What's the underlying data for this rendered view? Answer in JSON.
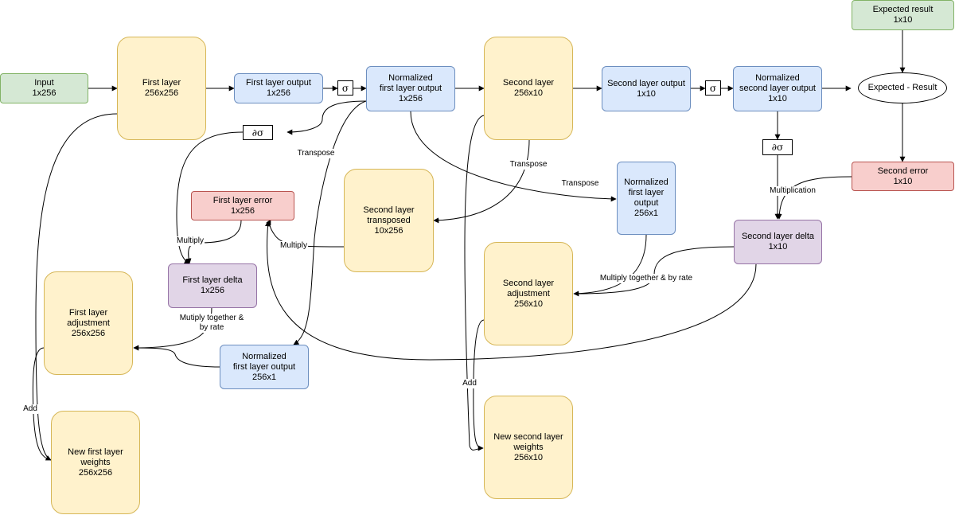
{
  "nodes": {
    "input": "Input\n1x256",
    "first_layer": "First layer\n256x256",
    "first_layer_output": "First layer output\n1x256",
    "norm_first_output": "Normalized\nfirst layer output\n1x256",
    "second_layer": "Second layer\n256x10",
    "second_layer_output": "Second layer output\n1x10",
    "norm_second_output": "Normalized\nsecond layer output\n1x10",
    "expected_result": "Expected result\n1x10",
    "expected_minus_result": "Expected - Result",
    "second_error": "Second error\n1x10",
    "second_layer_delta": "Second layer delta\n1x10",
    "norm_first_output_256x1_a": "Normalized\nfirst layer\noutput\n256x1",
    "second_layer_adjustment": "Second layer\nadjustment\n256x10",
    "new_second_weights": "New second layer\nweights\n256x10",
    "second_layer_transposed": "Second layer\ntransposed\n10x256",
    "first_layer_error": "First layer error\n1x256",
    "first_layer_delta": "First layer delta\n1x256",
    "norm_first_output_256x1_b": "Normalized\nfirst layer output\n256x1",
    "first_layer_adjustment": "First layer\nadjustment\n256x256",
    "new_first_weights": "New first layer\nweights\n256x256"
  },
  "operators": {
    "sigma": "σ",
    "dsigma": "∂σ"
  },
  "edge_labels": {
    "transpose": "Transpose",
    "multiply": "Multiply",
    "multiplication": "Multiplication",
    "multiply_together_rate": "Multiply together & by rate",
    "mutiply_together_rate": "Mutiply together &\nby rate",
    "add": "Add"
  },
  "colors": {
    "green_fill": "#d5e8d4",
    "green_stroke": "#82b366",
    "blue_fill": "#dae8fc",
    "blue_stroke": "#6c8ebf",
    "yellow_fill": "#fff2cc",
    "yellow_stroke": "#d6b656",
    "red_fill": "#f8cecc",
    "red_stroke": "#b85450",
    "purple_fill": "#e1d5e7",
    "purple_stroke": "#9673a6"
  }
}
